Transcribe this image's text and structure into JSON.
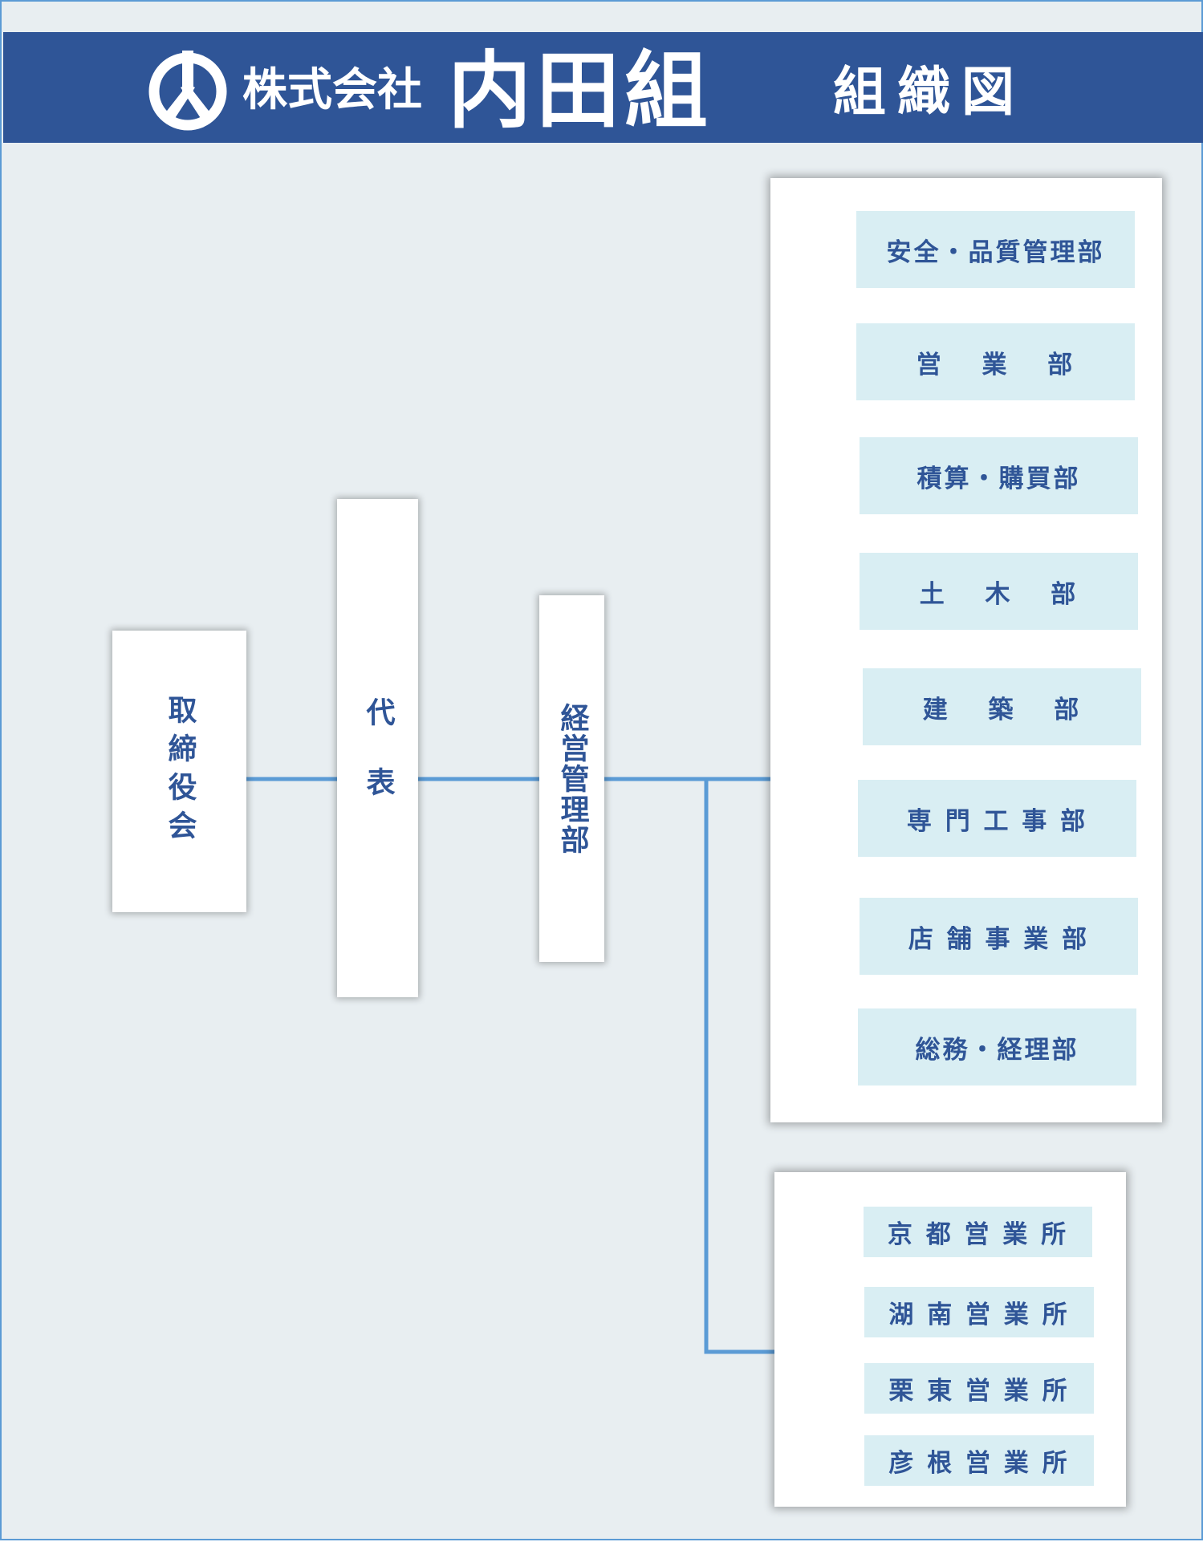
{
  "header": {
    "logo_icon": "uchida-gumi-logo-mark",
    "company_prefix": "株式会社",
    "company_name": "内田組",
    "chart_title": "組織図"
  },
  "colors": {
    "header_bg": "#2f5597",
    "page_bg": "#e8eef1",
    "connector": "#5b9bd5",
    "dept_bg": "#d9eef3",
    "text": "#2f5597"
  },
  "leadership": {
    "board": "取締役会",
    "representative": "代 表",
    "management": "経営管理部"
  },
  "departments": [
    "安全・品質管理部",
    "営　 業　 部",
    "積算・購買部",
    "土　 木　 部",
    "建　 築　 部",
    "専 門 工 事 部",
    "店 舗 事 業 部",
    "総務・経理部"
  ],
  "branches": [
    "京 都 営 業 所",
    "湖 南 営 業 所",
    "栗 東 営 業 所",
    "彦 根 営 業 所"
  ]
}
